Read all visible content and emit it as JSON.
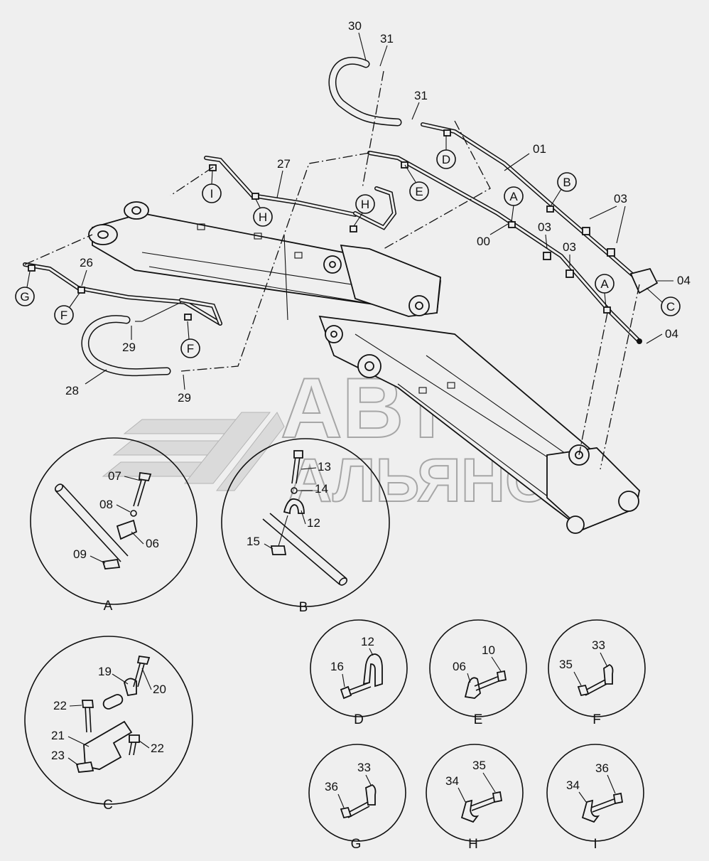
{
  "watermark": {
    "line1": "АВТО",
    "line2": "АЛЬЯНС"
  },
  "part_labels": {
    "p00": "00",
    "p01": "01",
    "p03": "03",
    "p04": "04",
    "p06": "06",
    "p07": "07",
    "p08": "08",
    "p09": "09",
    "p10": "10",
    "p12": "12",
    "p13": "13",
    "p14": "14",
    "p15": "15",
    "p16": "16",
    "p19": "19",
    "p20": "20",
    "p21": "21",
    "p22": "22",
    "p23": "23",
    "p26": "26",
    "p27": "27",
    "p28": "28",
    "p29": "29",
    "p30": "30",
    "p31": "31",
    "p33": "33",
    "p34": "34",
    "p35": "35",
    "p36": "36"
  },
  "callout_letters": {
    "A": "A",
    "B": "B",
    "C": "C",
    "D": "D",
    "E": "E",
    "F": "F",
    "G": "G",
    "H": "H",
    "I": "I"
  },
  "detail_captions": {
    "A": "A",
    "B": "B",
    "C": "C",
    "D": "D",
    "E": "E",
    "F": "F",
    "G": "G",
    "H": "H",
    "I": "I"
  }
}
